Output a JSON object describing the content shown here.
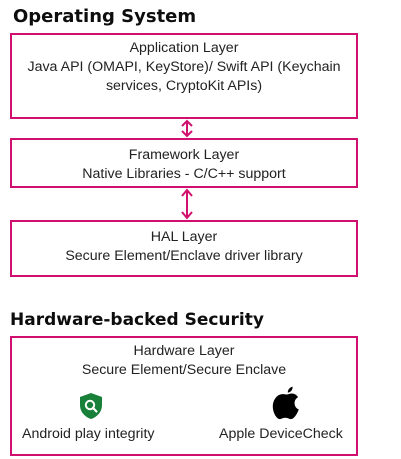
{
  "os_section": {
    "heading": "Operating System",
    "application_layer": {
      "title": "Application Layer",
      "line1": "Java API (OMAPI, KeyStore)/ Swift API (Keychain",
      "line2": "services, CryptoKit APIs)"
    },
    "framework_layer": {
      "title": "Framework Layer",
      "description": "Native Libraries - C/C++ support"
    },
    "hal_layer": {
      "title": "HAL Layer",
      "description": "Secure Element/Enclave driver library"
    }
  },
  "hardware_section": {
    "heading": "Hardware-backed Security",
    "hardware_layer": {
      "title": "Hardware Layer",
      "description": "Secure Element/Secure Enclave"
    },
    "items": [
      {
        "label": "Android play integrity",
        "icon": "shield-search-icon"
      },
      {
        "label": "Apple DeviceCheck",
        "icon": "apple-logo-icon"
      }
    ]
  },
  "colors": {
    "accent": "#d10f6e",
    "shield_green": "#188038",
    "text": "#222222"
  }
}
